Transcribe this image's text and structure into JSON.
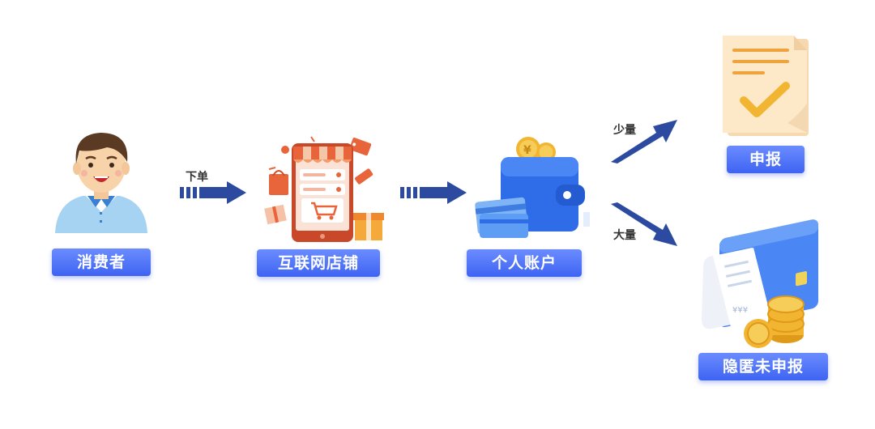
{
  "nodes": {
    "consumer": "消费者",
    "shop": "互联网店铺",
    "account": "个人账户",
    "declare": "申报",
    "hidden": "隐匿未申报"
  },
  "edges": {
    "order": "下单",
    "small": "少量",
    "large": "大量"
  },
  "colors": {
    "label_blue": "#3e63f2",
    "arrow_navy": "#2c4aa0",
    "shop_orange": "#e8643a",
    "wallet_blue": "#2f6de8",
    "coin_gold": "#f2b531"
  }
}
